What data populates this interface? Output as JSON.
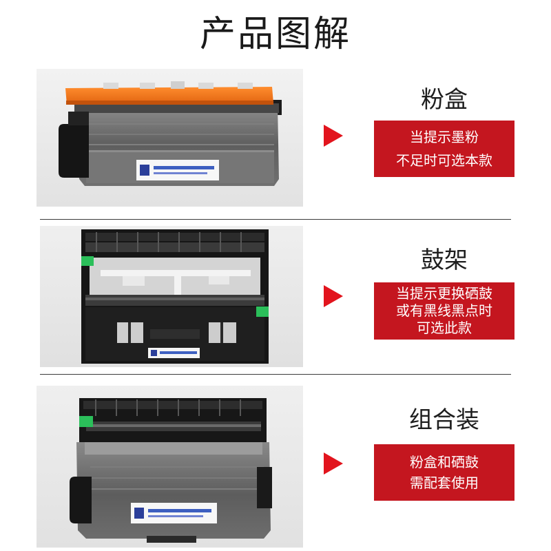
{
  "title": "产品图解",
  "items": [
    {
      "name": "粉盒",
      "desc": [
        "当提示墨粉",
        "不足时可选本款"
      ]
    },
    {
      "name": "鼓架",
      "desc": [
        "当提示更换硒鼓",
        "或有黑线黑点时",
        "可选此款"
      ]
    },
    {
      "name": "组合装",
      "desc": [
        "粉盒和硒鼓",
        "需配套使用"
      ]
    }
  ],
  "icons": {
    "arrow": "arrow-right-icon"
  },
  "colors": {
    "desc_box": "#c4161f",
    "arrow": "#e2141d",
    "toner_top": "#f07a1c",
    "tab_green": "#2bbf5a",
    "photo_bg": "#ebebeb"
  }
}
